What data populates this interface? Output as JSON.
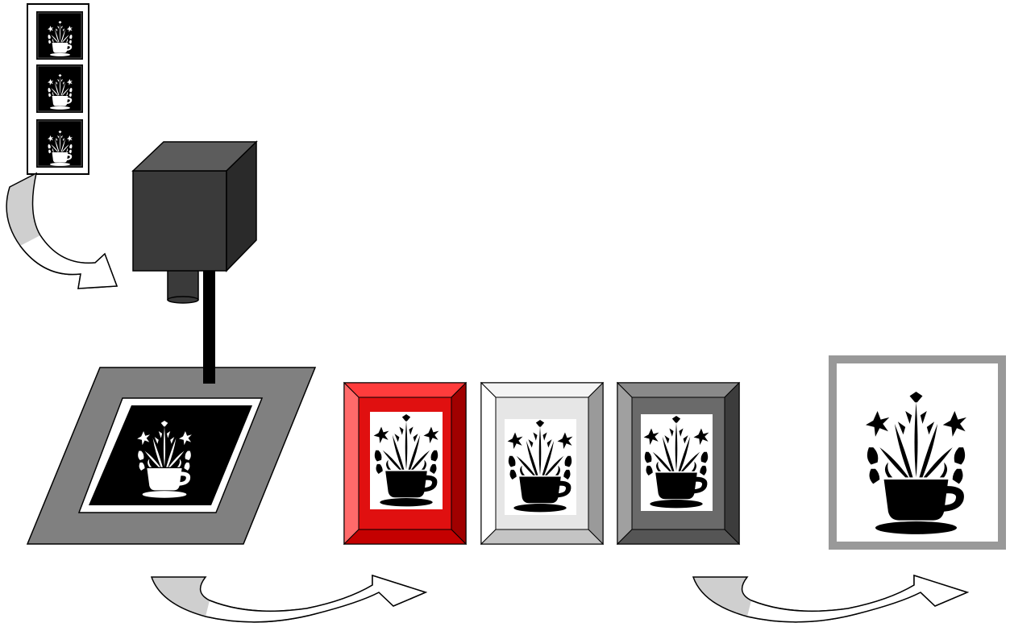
{
  "diagram": {
    "description_free": true,
    "stages": [
      {
        "id": "negative-strip",
        "kind": "film-strip",
        "frames": 3
      },
      {
        "id": "enlarger",
        "kind": "enlarger-with-easel"
      },
      {
        "id": "framed-prints",
        "kind": "framed-print-set",
        "frame_colors": [
          "#e01010",
          "#e6e6e6",
          "#6a6a6a"
        ]
      },
      {
        "id": "final-print",
        "kind": "framed-print",
        "frame_color": "#999999"
      }
    ],
    "arrows": [
      {
        "id": "arrow-strip-to-enlarger",
        "style": "curved"
      },
      {
        "id": "arrow-enlarger-to-frames",
        "style": "curved"
      },
      {
        "id": "arrow-frames-to-final",
        "style": "curved"
      }
    ],
    "colors": {
      "camera_dark": "#3a3a3a",
      "easel_gray": "#808080",
      "arrow_fill": "#cfcfcf",
      "outline": "#000000"
    }
  }
}
